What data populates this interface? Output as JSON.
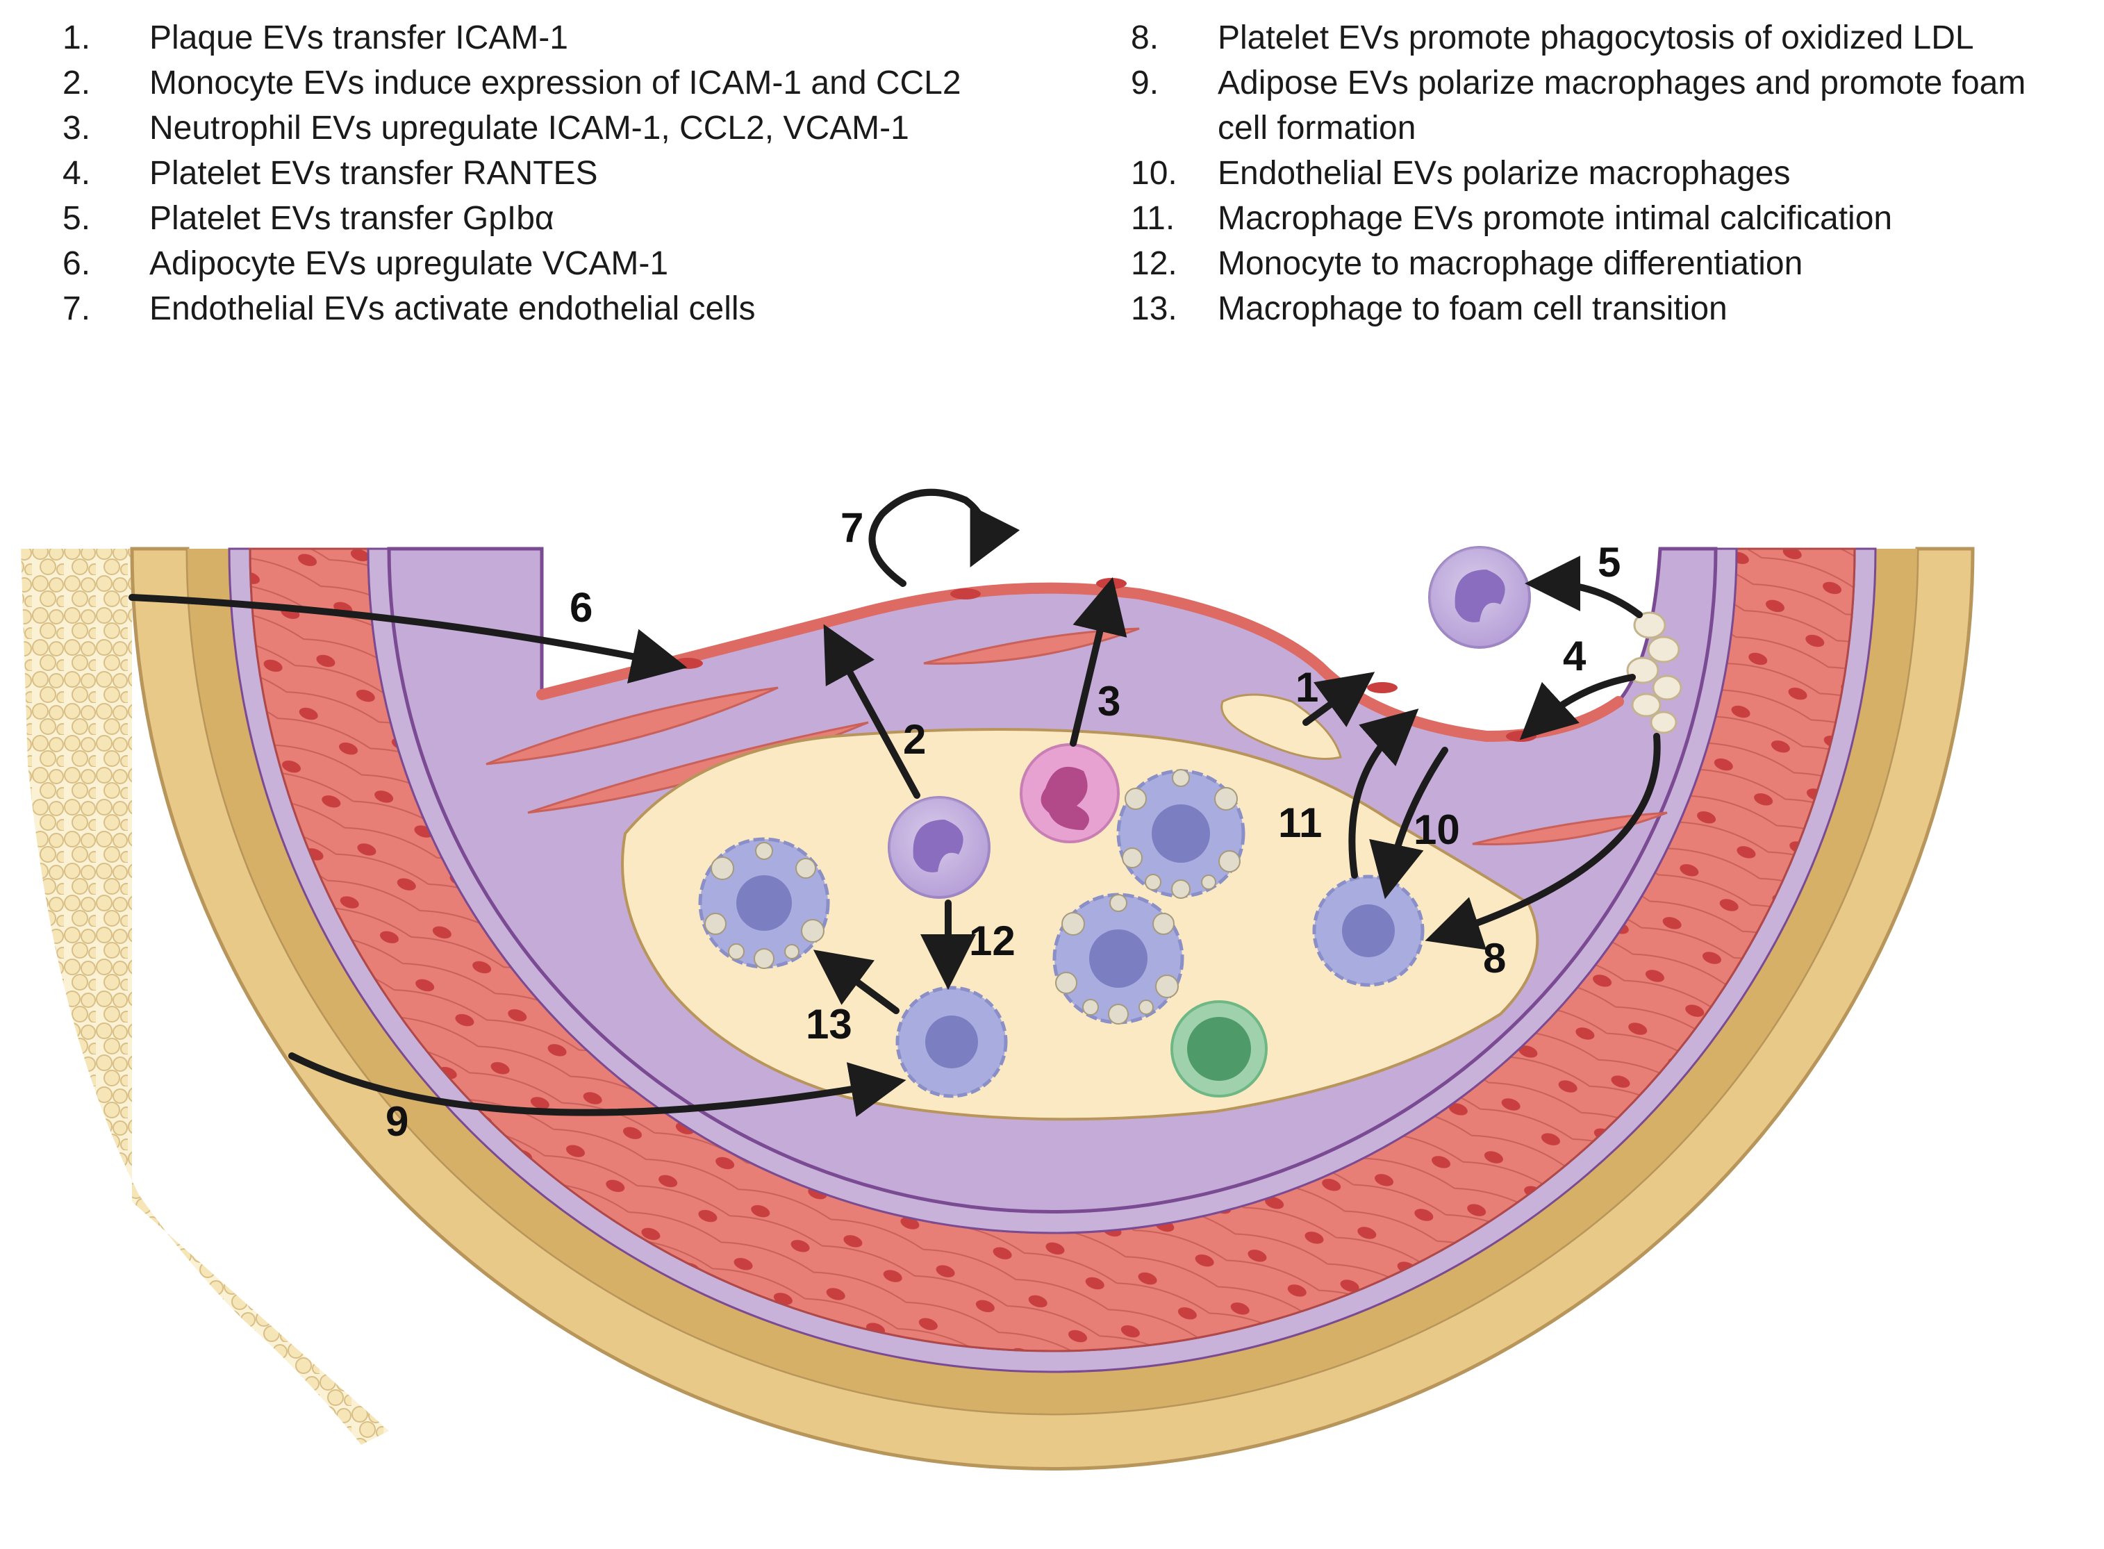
{
  "legend": {
    "left": [
      {
        "num": "1.",
        "text": "Plaque EVs transfer ICAM-1"
      },
      {
        "num": "2.",
        "text": "Monocyte EVs induce expression of ICAM-1 and CCL2"
      },
      {
        "num": "3.",
        "text": "Neutrophil EVs upregulate ICAM-1, CCL2, VCAM-1"
      },
      {
        "num": "4.",
        "text": "Platelet EVs transfer RANTES"
      },
      {
        "num": "5.",
        "text": "Platelet EVs transfer GpIbα"
      },
      {
        "num": "6.",
        "text": "Adipocyte EVs upregulate VCAM-1"
      },
      {
        "num": "7.",
        "text": "Endothelial EVs activate endothelial cells"
      }
    ],
    "right": [
      {
        "num": "8.",
        "text": "Platelet EVs promote phagocytosis of oxidized LDL"
      },
      {
        "num": "9.",
        "text": "Adipose EVs polarize macrophages and promote foam cell formation"
      },
      {
        "num": "10.",
        "text": "Endothelial EVs polarize macrophages"
      },
      {
        "num": "11.",
        "text": "Macrophage EVs promote intimal calcification"
      },
      {
        "num": "12.",
        "text": "Monocyte to macrophage differentiation"
      },
      {
        "num": "13.",
        "text": "Macrophage to foam cell transition"
      }
    ]
  },
  "arrow_labels": {
    "a1": "1",
    "a2": "2",
    "a3": "3",
    "a4": "4",
    "a5": "5",
    "a6": "6",
    "a7": "7",
    "a8": "8",
    "a9": "9",
    "a10": "10",
    "a11": "11",
    "a12": "12",
    "a13": "13"
  },
  "colors": {
    "adventitia": "#e8c987",
    "adventitia_edge": "#b8955a",
    "media": "#e77f76",
    "media_cell": "#c93f3f",
    "elastic_lamina": "#c9b2d9",
    "intima": "#c5abd7",
    "intima_edge": "#7a4a93",
    "necrotic_core": "#fbe9c3",
    "adipose": "#f6e5b7",
    "monocyte": "#b7a0d8",
    "macrophage": "#a9acde",
    "neutrophil": "#e8a2d2",
    "lymphocyte": "#6fb885",
    "platelet": "#f1ead8",
    "arrow": "#1c1c1c"
  }
}
